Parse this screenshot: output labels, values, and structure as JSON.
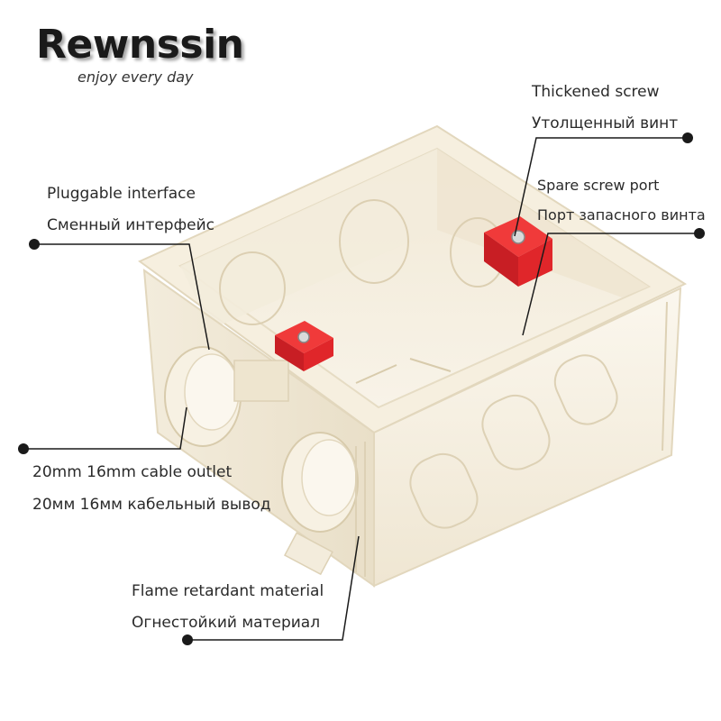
{
  "brand": {
    "name": "Rewnssin",
    "tagline": "enjoy every day"
  },
  "callouts": {
    "thickened_screw_en": "Thickened screw",
    "thickened_screw_ru": "Утолщенный винт",
    "spare_port_en": "Spare screw port",
    "spare_port_ru": "Порт запасного винта",
    "pluggable_en": "Pluggable interface",
    "pluggable_ru": "Сменный интерфейс",
    "cable_outlet_en": "20mm 16mm cable outlet",
    "cable_outlet_ru": "20мм 16мм кабельный вывод",
    "flame_en": "Flame retardant material",
    "flame_ru": "Огнестойкий материал"
  },
  "colors": {
    "box": "#f7f1e3",
    "box_edge": "#e6dcc4",
    "screw_block": "#e0262a",
    "line": "#1a1a1a"
  }
}
